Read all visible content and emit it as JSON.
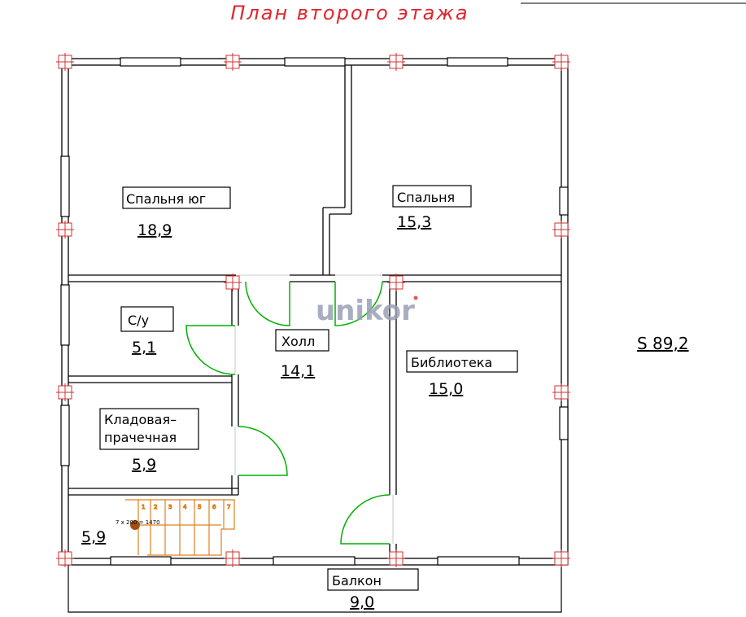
{
  "title": "План второго этажа",
  "watermark": "unikor",
  "total_area": "S 89,2",
  "colors": {
    "title": "#e0252e",
    "wall": "#000000",
    "door": "#00b000",
    "stairs": "#e08020",
    "watermark": "#9aa0b4",
    "watermark_accent": "#e53935"
  },
  "rooms": [
    {
      "name": "Спальня юг",
      "area": "18,9"
    },
    {
      "name": "Спальня",
      "area": "15,3"
    },
    {
      "name": "С/у",
      "area": "5,1"
    },
    {
      "name": "Холл",
      "area": "14,1"
    },
    {
      "name": "Библиотека",
      "area": "15,0"
    },
    {
      "name_line1": "Кладовая–",
      "name_line2": "прачечная",
      "area": "5,9"
    },
    {
      "area": "5,9"
    },
    {
      "name": "Балкон",
      "area": "9,0"
    }
  ],
  "stairs": {
    "label": "7 x 200 = 1470",
    "steps": [
      "1",
      "2",
      "3",
      "4",
      "5",
      "6",
      "7"
    ]
  },
  "icons": [
    "column-marker-icon",
    "door-swing-icon",
    "window-icon",
    "stairs-icon"
  ]
}
